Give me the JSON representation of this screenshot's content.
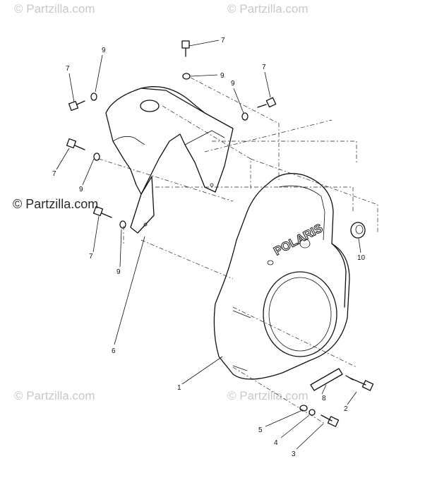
{
  "watermarks": [
    {
      "id": "wm-top-left",
      "text": "© Partzilla.com"
    },
    {
      "id": "wm-top-right",
      "text": "© Partzilla.com"
    },
    {
      "id": "wm-middle",
      "text": "© Partzilla.com"
    },
    {
      "id": "wm-bottom-left",
      "text": "© Partzilla.com"
    },
    {
      "id": "wm-bottom-right",
      "text": "© Partzilla.com"
    }
  ],
  "brand_logo": "POLARIS",
  "callouts": {
    "c7_top": "7",
    "c9_upper_left": "9",
    "c7_upper_left": "7",
    "c9_mid_top": "9",
    "c7_right": "7",
    "c9_right": "9",
    "c7_left": "7",
    "c9_left": "9",
    "c7_lower_left": "7",
    "c9_lower_left": "9",
    "c6": "6",
    "c10": "10",
    "c1": "1",
    "c8": "8",
    "c2": "2",
    "c5": "5",
    "c4": "4",
    "c3": "3"
  }
}
